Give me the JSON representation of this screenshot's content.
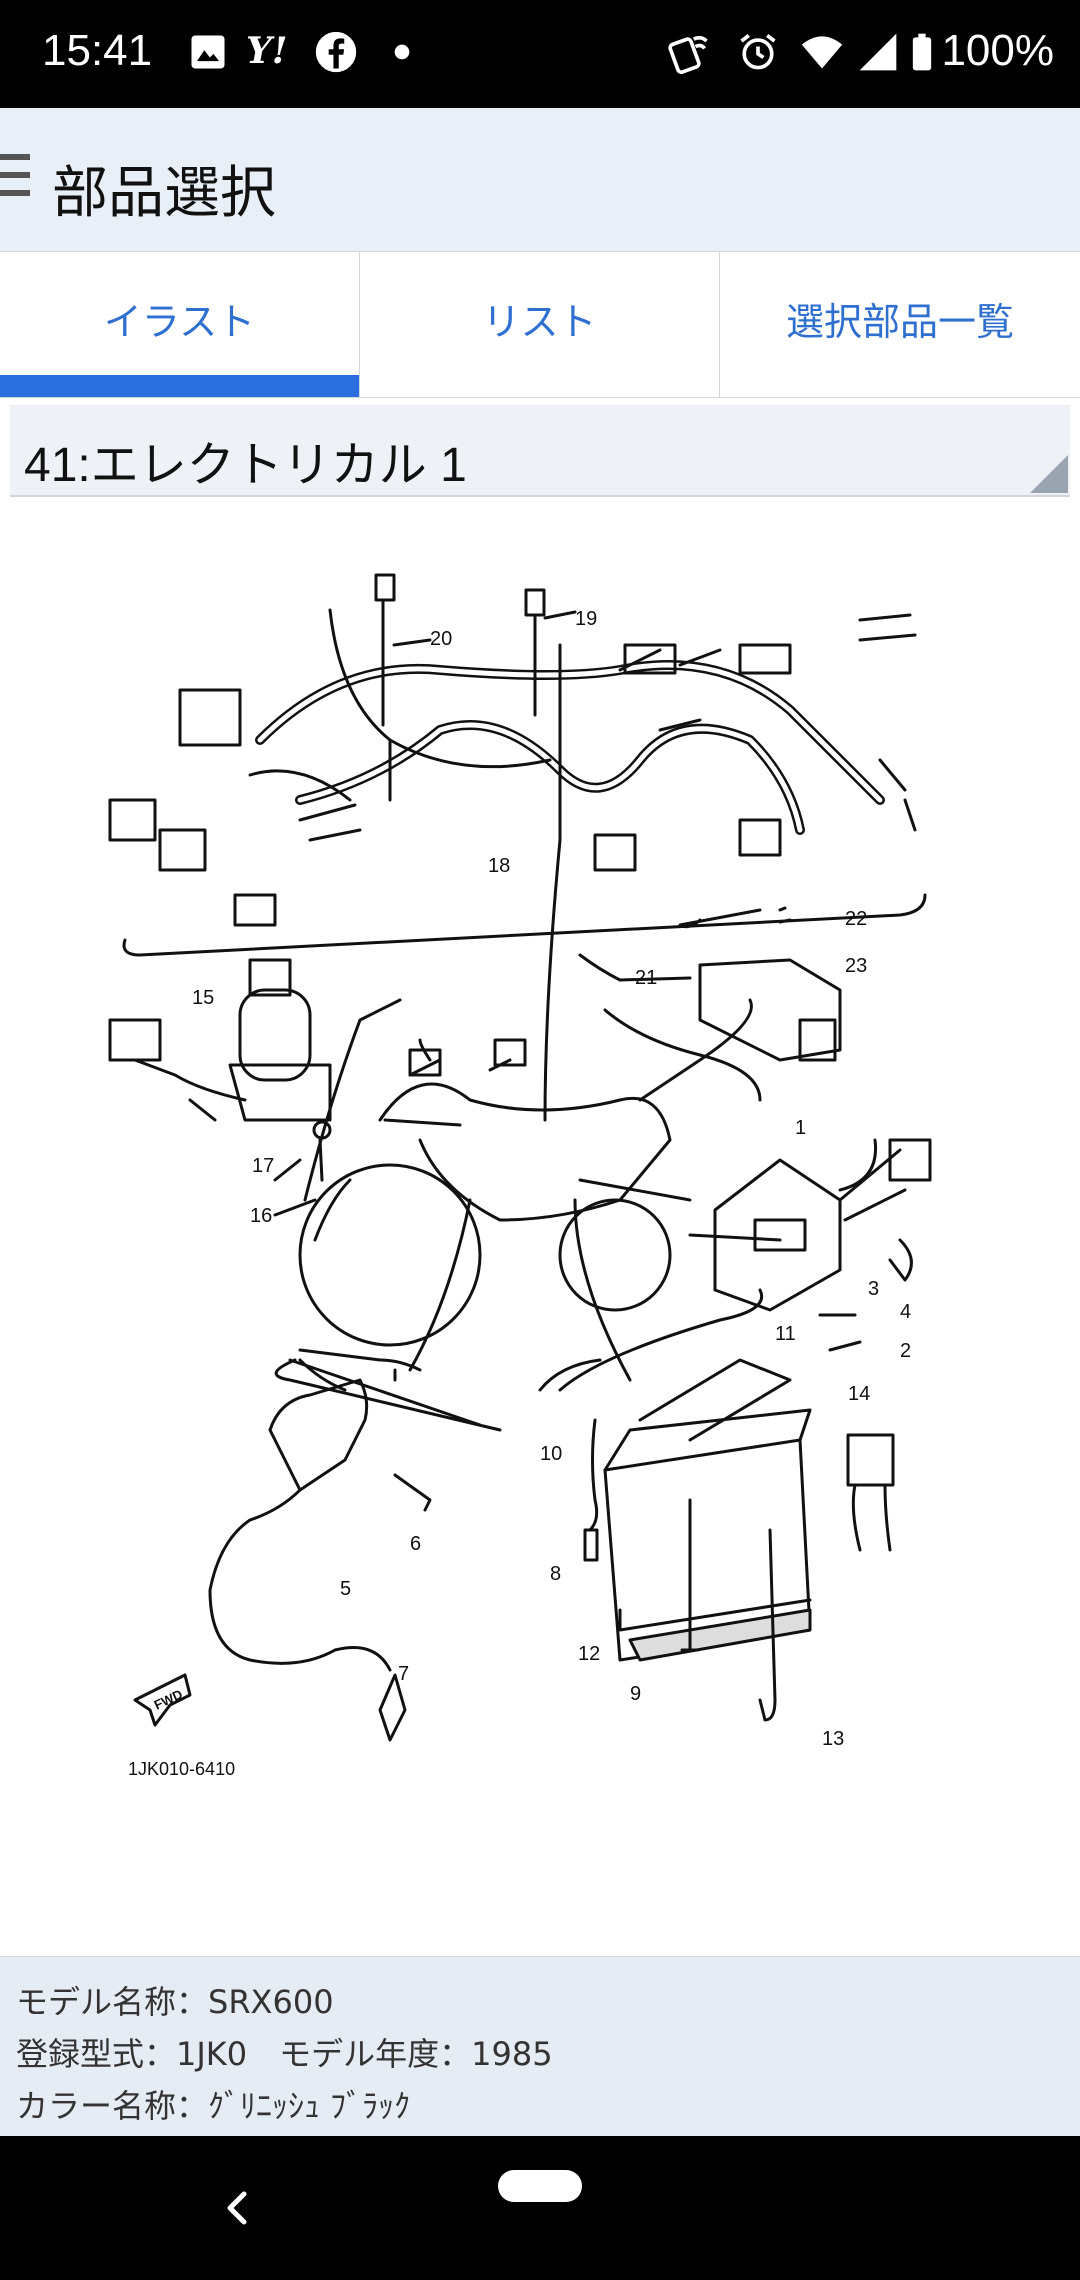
{
  "status_bar": {
    "time": "15:41",
    "battery": "100%",
    "left_icons": [
      "image-icon",
      "yahoo-icon",
      "facebook-icon",
      "dot-icon"
    ],
    "right_icons": [
      "nfc-icon",
      "alarm-icon",
      "wifi-icon",
      "signal-icon",
      "battery-icon"
    ],
    "yahoo_label": "Y!"
  },
  "app_bar": {
    "title": "部品選択"
  },
  "tabs": [
    {
      "label": "イラスト",
      "active": true
    },
    {
      "label": "リスト",
      "active": false
    },
    {
      "label": "選択部品一覧",
      "active": false
    }
  ],
  "section": {
    "title": "41:エレクトリカル 1"
  },
  "diagram": {
    "part_numbers": [
      "1",
      "2",
      "3",
      "4",
      "5",
      "6",
      "7",
      "8",
      "9",
      "10",
      "11",
      "12",
      "13",
      "14",
      "15",
      "16",
      "17",
      "18",
      "19",
      "20",
      "21",
      "22",
      "23"
    ],
    "code": "1JK010-6410",
    "fwd_label": "FWD"
  },
  "footer": {
    "model_name": "モデル名称：SRX600",
    "registration": "登録型式：1JK0　モデル年度：1985",
    "color_name": "カラー名称：ｸﾞﾘﾆｯｼｭ ﾌﾞﾗｯｸ"
  }
}
